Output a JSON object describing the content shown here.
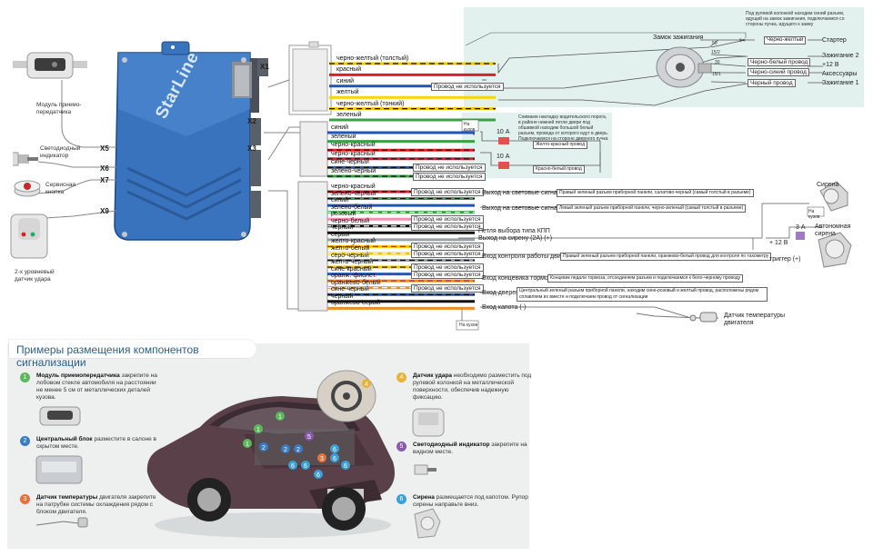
{
  "connectors": {
    "x1": "X1",
    "x2": "X2",
    "x3": "X3",
    "x5": "X5",
    "x6": "X6",
    "x7": "X7",
    "x9": "X9"
  },
  "brand": "StarLine",
  "left_labels": {
    "module": "Модуль приемо-передатчика",
    "led": "Светодиодный индикатор",
    "service": "Сервисная кнопка",
    "shock": "2-х уровневый датчик удара"
  },
  "ignition": {
    "title": "Замок зажигания",
    "note": "Под рулевой колонкой находим синий разъем, идущий на замок зажигания, подключаемся со стороны пучка, идущего к замку",
    "pins": [
      "50",
      "15/2",
      "30",
      "15/1"
    ],
    "wires": [
      {
        "label": "Черно-желтый",
        "target": "Стартер"
      },
      {
        "label": "",
        "target": "Зажигание 2"
      },
      {
        "label": "Черно-белый провод",
        "target": "+12 В"
      },
      {
        "label": "Черно-синий провод",
        "target": "Аксессуары"
      },
      {
        "label": "Черный провод",
        "target": "Зажигание 1"
      }
    ]
  },
  "x1_wires": [
    {
      "label": "черно-желтый (толстый)",
      "color": "#f2c500",
      "stripe": "#111"
    },
    {
      "label": "красный",
      "color": "#d9202a"
    },
    {
      "label": "синий",
      "color": "#1f56b5",
      "note": "Провод не используется"
    },
    {
      "label": "желтый",
      "color": "#f6d800"
    },
    {
      "label": "черно-желтый (тонкий)",
      "color": "#f2c500",
      "stripe": "#111"
    },
    {
      "label": "зеленый",
      "color": "#3aa046"
    }
  ],
  "x2": {
    "kuzov": "На кузов",
    "door_note": "Снимаем накладку водительского порога, в районе нижней петли двери под обшивкой находим большой белый разъем, провода от которого идут в дверь. Подключаемся на стороне дверного пучка",
    "fuse": "10 А",
    "fuse2": "10 А",
    "yr": "Желто-красный провод",
    "kb": "Красно-белый провод",
    "wires": [
      {
        "label": "синий",
        "color": "#1f56b5"
      },
      {
        "label": "зеленый",
        "color": "#3aa046"
      },
      {
        "label": "черно-красный",
        "color": "#d9202a",
        "stripe": "#111"
      },
      {
        "label": "черно-красный",
        "color": "#d9202a",
        "stripe": "#111"
      },
      {
        "label": "сине-черный",
        "color": "#1f56b5",
        "stripe": "#111",
        "note": "Провод не используется"
      },
      {
        "label": "зелено-черный",
        "color": "#3aa046",
        "stripe": "#111",
        "note": "Провод не используется"
      }
    ]
  },
  "x3_wires": [
    {
      "label": "черно-красный",
      "color": "#d9202a",
      "stripe": "#111",
      "note": "Провод не используется"
    },
    {
      "label": "зелено-черный",
      "color": "#3aa046",
      "stripe": "#111"
    },
    {
      "label": "синий",
      "color": "#1f56b5"
    },
    {
      "label": "зелено-белый",
      "color": "#3aa046",
      "stripe": "#fff"
    },
    {
      "label": "розовый",
      "color": "#f48fb1",
      "note": "Провод не используется"
    },
    {
      "label": "черно-белый",
      "color": "#111",
      "stripe": "#fff",
      "note": "Провод не используется"
    },
    {
      "label": "черный",
      "color": "#111"
    },
    {
      "label": "серый",
      "color": "#9aa0a6"
    },
    {
      "label": "желто-красный",
      "color": "#f2c500",
      "stripe": "#d9202a",
      "note": "Провод не используется"
    },
    {
      "label": "желто-белый",
      "color": "#f2c500",
      "stripe": "#fff",
      "note": "Провод не используется"
    },
    {
      "label": "серо-черный",
      "color": "#9aa0a6",
      "stripe": "#111"
    },
    {
      "label": "желто-черный",
      "color": "#f2c500",
      "stripe": "#111",
      "note": "Провод не используется"
    },
    {
      "label": "сине-красный",
      "color": "#1f56b5",
      "stripe": "#d9202a",
      "note": "Провод не используется"
    },
    {
      "label": "оранж.-фиолет.",
      "color": "#f28c1c",
      "stripe": "#7b3fa0"
    },
    {
      "label": "оранжево-белый",
      "color": "#f28c1c",
      "stripe": "#fff",
      "note": "Провод не используется"
    },
    {
      "label": "сине-черный",
      "color": "#1f56b5",
      "stripe": "#111"
    },
    {
      "label": "черный",
      "color": "#111"
    },
    {
      "label": "оранжево-серый",
      "color": "#f28c1c",
      "stripe": "#9aa0a6"
    }
  ],
  "x3_out": {
    "light1": "Выход на световые сигналы (+)",
    "light1_note": "Правый зеленый разъем приборной панели, салатово-черный (самый толстый в разъеме)",
    "light2": "Выход на световые сигналы (+)",
    "light2_note": "Левый зеленый разъем приборной панели, черно-зеленый (самый толстый в разъеме)",
    "kpp": "Петля выбора типа КПП",
    "siren": "Выход на сирену (2А) (+)",
    "engine": "Вход контроля работы двигателя",
    "engine_note": "Правый зеленый разъем приборной панели, оранжево-белый провод для контроля по тахометру",
    "brake": "Вход концевика тормоза (-)",
    "brake_note": "Концевик педали тормоза, отсоединяем разъем и подключаемся к бело-черному проводу",
    "door": "Вход дверей (-)",
    "door_note": "Центральный зеленый разъем приборной панели, находим сине-розовый и желтый провод, расположены рядом сплавляем их вместе и подключаем провод от сигнализации",
    "hood": "Вход капота (-)",
    "kuzov": "На кузов"
  },
  "siren": {
    "label": "Сирена",
    "kuzov": "На кузов",
    "auto": "Автономная сирена",
    "v12": "+ 12 В",
    "fuse": "3 А",
    "trigger": "триггер (+)"
  },
  "temp_sensor": "Датчик температуры двигателя",
  "legend": {
    "title": "Примеры размещения компонентов сигнализации",
    "items": [
      {
        "n": "1",
        "color": "#5cb85c",
        "bold": "Модуль приемопередатчика",
        "text": " закрепите на лобовом стекле автомобиля на расстоянии не менее 5 см от металлических деталей кузова."
      },
      {
        "n": "2",
        "color": "#3a7cc4",
        "bold": "Центральный блок",
        "text": " разместите в салоне в скрытом месте."
      },
      {
        "n": "3",
        "color": "#e8703a",
        "bold": "Датчик температуры",
        "text": " двигателя закрепите на патрубке системы охлаждения рядом с блоком двигателя."
      },
      {
        "n": "4",
        "color": "#e8b33a",
        "bold": "Датчик удара",
        "text": " необходимо разместить под рулевой колонкой на металлической поверхности, обеспечив надежную фиксацию."
      },
      {
        "n": "5",
        "color": "#8a5ab0",
        "bold": "Светодиодный индикатор",
        "text": " закрепите на видном месте."
      },
      {
        "n": "6",
        "color": "#3aa0d8",
        "bold": "Сирена",
        "text": " размещается под капотом. Рупор сирены направьте вниз."
      }
    ]
  },
  "colors": {
    "accent": "#2b5f8a",
    "panel": "#e6f2f0",
    "legend_bg": "#eef0f0",
    "car": "#5a4048"
  }
}
